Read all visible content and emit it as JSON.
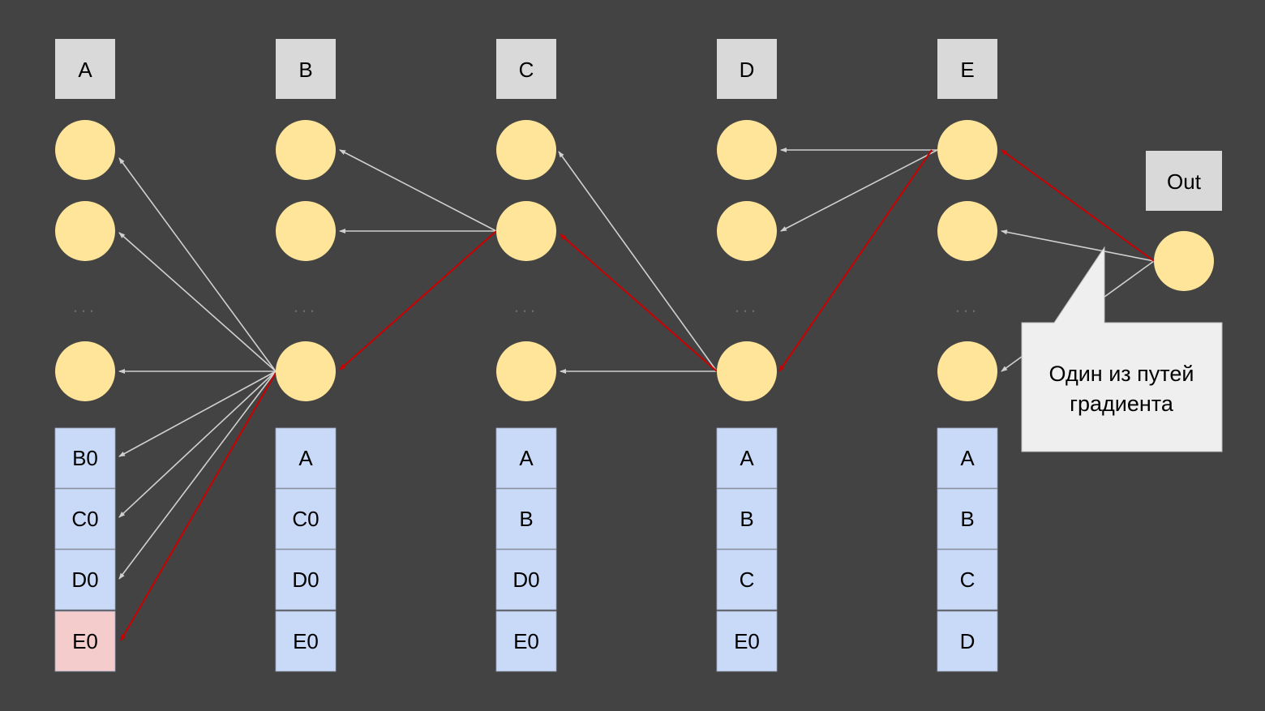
{
  "columns": [
    {
      "id": "A",
      "header": "A",
      "cells": [
        {
          "label": "B0",
          "highlight": false
        },
        {
          "label": "C0",
          "highlight": false
        },
        {
          "label": "D0",
          "highlight": false
        },
        {
          "label": "E0",
          "highlight": true
        }
      ]
    },
    {
      "id": "B",
      "header": "B",
      "cells": [
        {
          "label": "A",
          "highlight": false
        },
        {
          "label": "C0",
          "highlight": false
        },
        {
          "label": "D0",
          "highlight": false
        },
        {
          "label": "E0",
          "highlight": false
        }
      ]
    },
    {
      "id": "C",
      "header": "C",
      "cells": [
        {
          "label": "A",
          "highlight": false
        },
        {
          "label": "B",
          "highlight": false
        },
        {
          "label": "D0",
          "highlight": false
        },
        {
          "label": "E0",
          "highlight": false
        }
      ]
    },
    {
      "id": "D",
      "header": "D",
      "cells": [
        {
          "label": "A",
          "highlight": false
        },
        {
          "label": "B",
          "highlight": false
        },
        {
          "label": "C",
          "highlight": false
        },
        {
          "label": "E0",
          "highlight": false
        }
      ]
    },
    {
      "id": "E",
      "header": "E",
      "cells": [
        {
          "label": "A",
          "highlight": false
        },
        {
          "label": "B",
          "highlight": false
        },
        {
          "label": "C",
          "highlight": false
        },
        {
          "label": "D",
          "highlight": false
        }
      ]
    }
  ],
  "out": {
    "label": "Out"
  },
  "ellipsis": "...",
  "callout": {
    "lines": [
      "Один из путей",
      "градиента"
    ]
  },
  "colors": {
    "background": "#434343",
    "header_box": "#d9d9d9",
    "neuron": "#ffe599",
    "cell": "#c9daf8",
    "cell_highlight": "#f4cccc",
    "edge": "#d0d0d0",
    "gradient_path": "#cc0000",
    "callout_box": "#efefef"
  }
}
